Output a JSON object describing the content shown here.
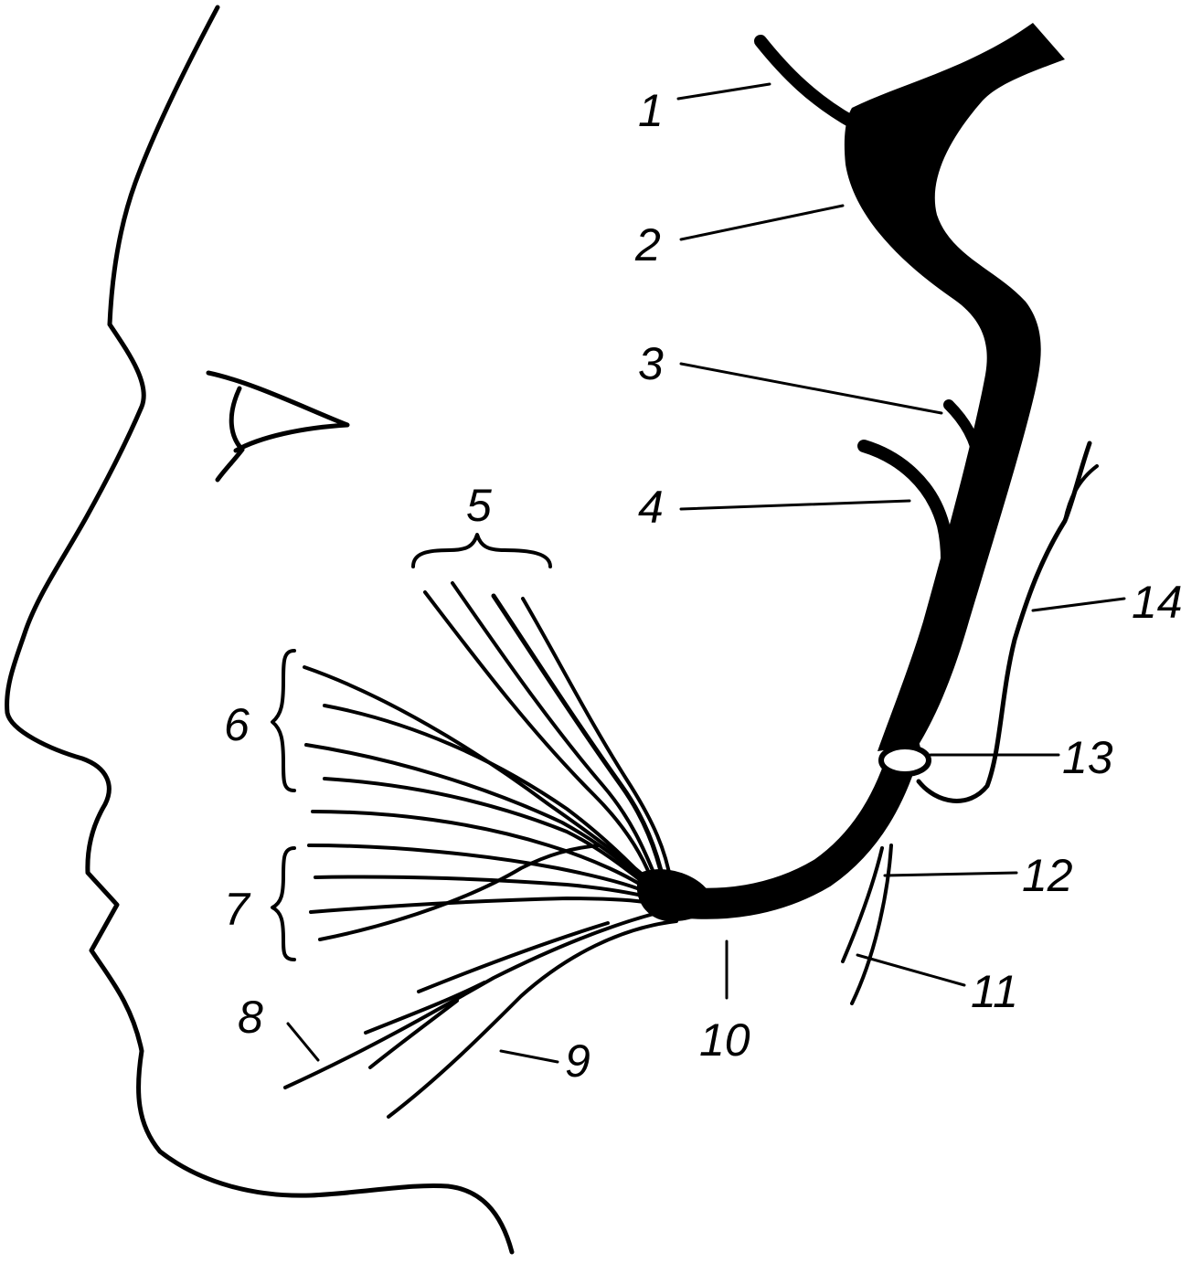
{
  "labels": {
    "l1": "1",
    "l2": "2",
    "l3": "3",
    "l4": "4",
    "l5": "5",
    "l6": "6",
    "l7": "7",
    "l8": "8",
    "l9": "9",
    "l10": "10",
    "l11": "11",
    "l12": "12",
    "l13": "13",
    "l14": "14"
  },
  "colors": {
    "ink": "#000000",
    "paper": "#ffffff"
  }
}
